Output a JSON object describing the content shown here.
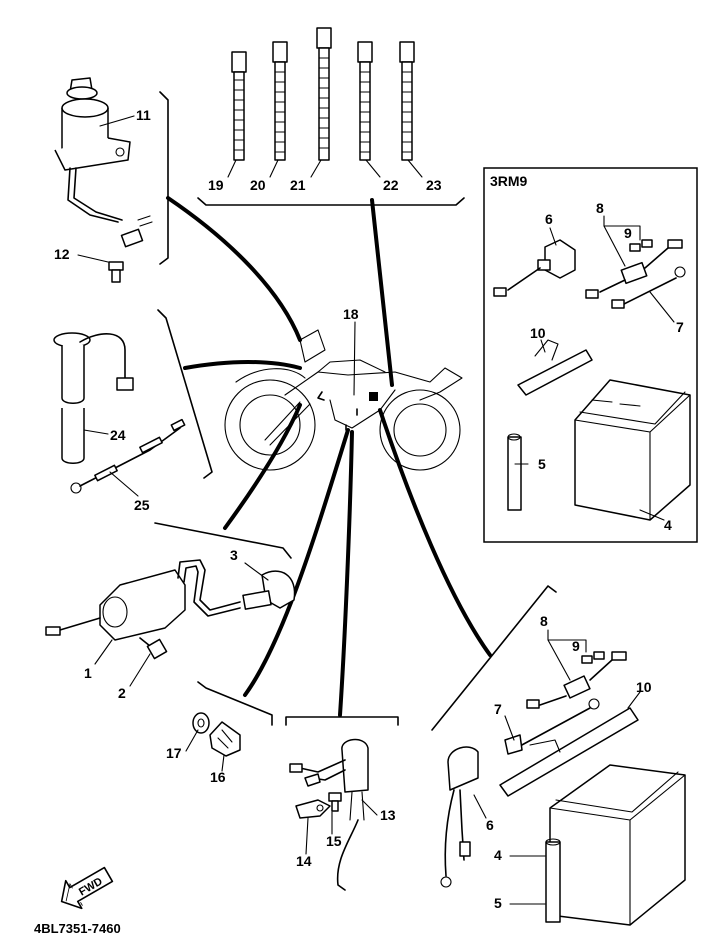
{
  "diagram": {
    "part_number": "4BL7351-7460",
    "fwd_badge": "FWD",
    "inset_title": "3RM9",
    "labels": [
      "1",
      "2",
      "3",
      "4",
      "5",
      "6",
      "7",
      "8",
      "9",
      "10",
      "11",
      "12",
      "13",
      "14",
      "15",
      "16",
      "17",
      "18",
      "19",
      "20",
      "21",
      "22",
      "23",
      "24",
      "25"
    ],
    "inset_labels": [
      "4",
      "5",
      "6",
      "7",
      "8",
      "9",
      "10"
    ],
    "lower_battery_labels": [
      "4",
      "5",
      "6",
      "7",
      "8",
      "9",
      "10"
    ]
  }
}
